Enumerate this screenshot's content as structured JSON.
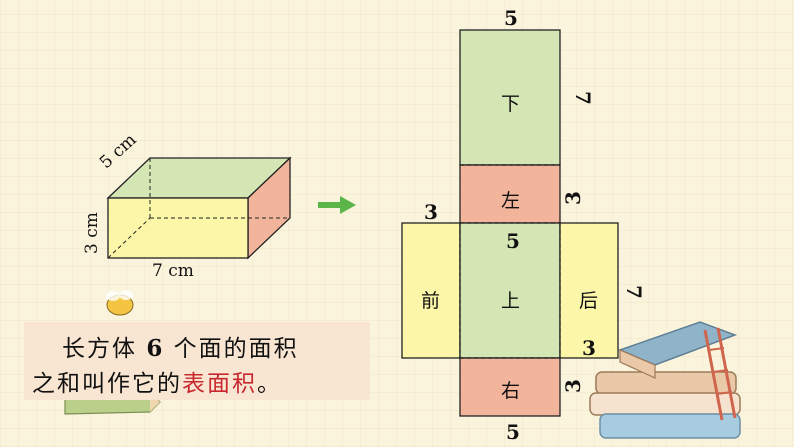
{
  "cuboid": {
    "length_label": "7 cm",
    "width_label": "5 cm",
    "height_label": "3 cm"
  },
  "net": {
    "faces": {
      "bottom": "下",
      "left": "左",
      "top": "上",
      "front": "前",
      "back": "后",
      "right": "右"
    },
    "dims": {
      "top_edge": "5",
      "bottom_side": "7",
      "left_side": "3",
      "left_wing_top": "3",
      "top_face_width": "5",
      "back_side": "7",
      "back_bottom": "3",
      "right_side": "3",
      "bottom_edge": "5"
    }
  },
  "note": {
    "line1_a": "长方体",
    "line1_num": "6",
    "line1_b": "个面的面积",
    "line2_a": "之和叫作它的",
    "line2_highlight": "表面积",
    "line2_end": "。"
  },
  "colors": {
    "green_face": "#d5e6b5",
    "pink_face": "#f2b59c",
    "yellow_face": "#fbf6a8",
    "arrow": "#5cb548",
    "highlight": "#c8282d"
  }
}
